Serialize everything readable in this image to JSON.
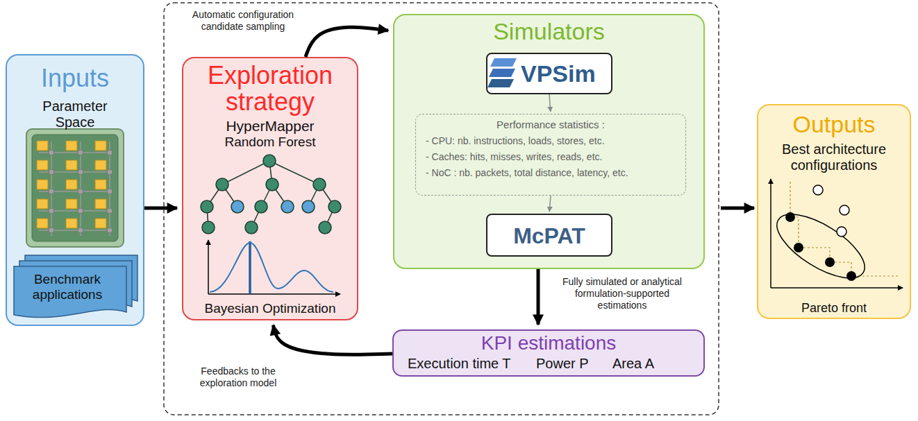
{
  "diagram": {
    "nodes": [
      {
        "text": [
          "Inputs",
          "Parameter Space"
        ]
      },
      {
        "text": [
          "Benchmark applications"
        ],
        "in": 0
      },
      {
        "text": [
          "Exploration strategy",
          "HyperMapper",
          "Random Forest",
          "Bayesian Optimization"
        ]
      },
      {
        "text": [
          "Simulators"
        ]
      },
      {
        "text": [
          "VPSim"
        ],
        "in": 3
      },
      {
        "text": [
          "Performance statistics :",
          "- CPU: nb. instructions, loads, stores, etc.",
          "- Caches: hits, misses, writes, reads, etc.",
          "- NoC : nb. packets, total distance, latency, etc."
        ],
        "in": 3
      },
      {
        "text": [
          "McPAT"
        ],
        "in": 3
      },
      {
        "text": [
          "KPI estimations",
          "Execution time T",
          "Power P",
          "Area A"
        ]
      },
      {
        "text": [
          "Outputs",
          "Best architecture configurations",
          "Pareto front"
        ]
      }
    ],
    "edges": [
      {
        "from": 0,
        "to": 2,
        "arrow": "to"
      },
      {
        "from": 2,
        "to": 3,
        "label": "Automatic configuration candidate sampling",
        "arrow": "to"
      },
      {
        "from": 4,
        "to": 5,
        "arrow": "to"
      },
      {
        "from": 5,
        "to": 6,
        "arrow": "to"
      },
      {
        "from": 3,
        "to": 7,
        "label": "Fully simulated or analytical formulation-supported estimations",
        "arrow": "to"
      },
      {
        "from": 7,
        "to": 2,
        "label": "Feedbacks to the exploration model",
        "arrow": "to"
      }
    ]
  }
}
